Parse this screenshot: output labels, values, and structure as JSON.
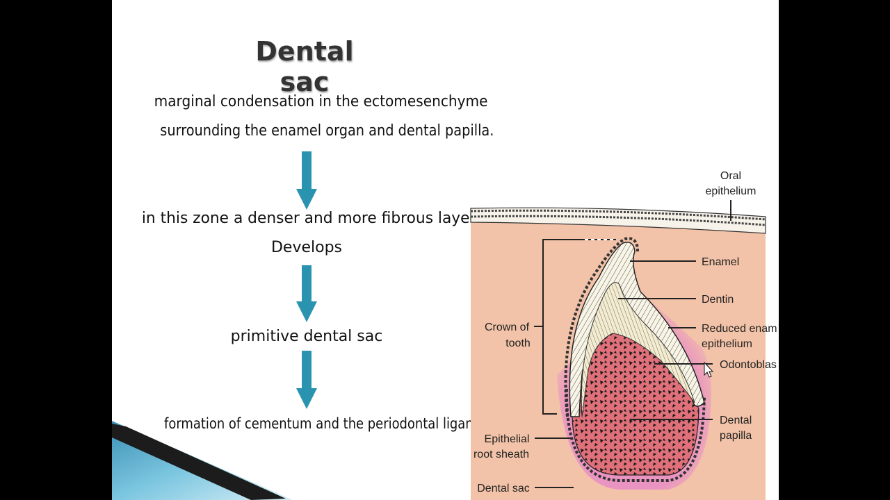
{
  "slide": {
    "title": "Dental sac",
    "line1": "marginal condensation in the ectomesenchyme",
    "line2": "surrounding the enamel organ and dental papilla.",
    "step2_line1": "in this zone a denser and more fibrous layer",
    "step2_line2": "Develops",
    "step3": "primitive dental sac",
    "step4": "formation of cementum and the periodontal ligament"
  },
  "diagram": {
    "oral_epithelium_1": "Oral",
    "oral_epithelium_2": "epithelium",
    "enamel": "Enamel",
    "dentin": "Dentin",
    "reduced_enamel_1": "Reduced enam",
    "reduced_enamel_2": "epithelium",
    "odontoblast": "Odontoblas",
    "crown_1": "Crown of",
    "crown_2": "tooth",
    "dental_papilla_1": "Dental",
    "dental_papilla_2": "papilla",
    "root_sheath_1": "Epithelial",
    "root_sheath_2": "root sheath",
    "dental_sac": "Dental sac"
  },
  "colors": {
    "arrow": "#2a93b0",
    "tissue": "#f2c3a8",
    "papilla": "#e0707a",
    "wedge_dark": "#1a1a1a",
    "wedge_blue": "#5fb2d2"
  }
}
